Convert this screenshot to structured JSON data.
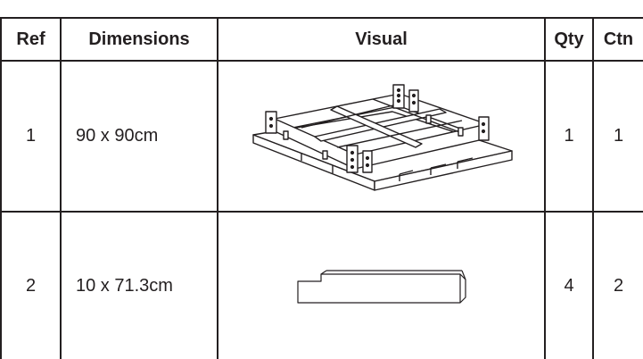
{
  "table": {
    "headers": {
      "ref": "Ref",
      "dimensions": "Dimensions",
      "visual": "Visual",
      "qty": "Qty",
      "ctn": "Ctn"
    },
    "rows": [
      {
        "ref": "1",
        "dimensions": "90 x 90cm",
        "visual_icon": "square-frame-assembly-icon",
        "qty": "1",
        "ctn": "1"
      },
      {
        "ref": "2",
        "dimensions": "10 x 71.3cm",
        "visual_icon": "wooden-plank-icon",
        "qty": "4",
        "ctn": "2"
      }
    ]
  },
  "colors": {
    "ink": "#231f20",
    "background": "#ffffff"
  }
}
